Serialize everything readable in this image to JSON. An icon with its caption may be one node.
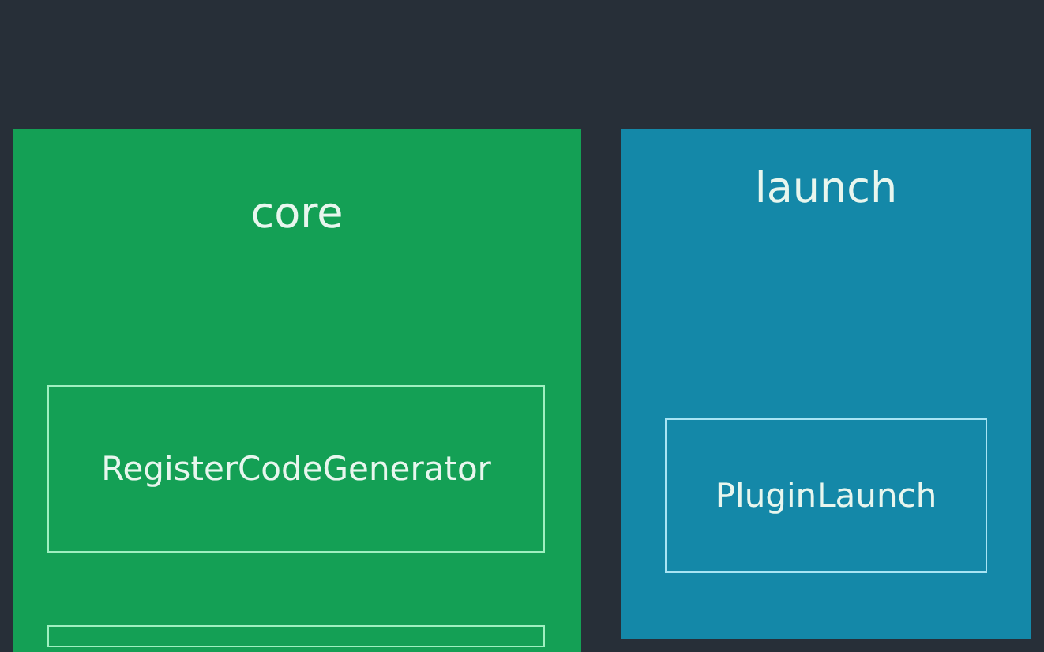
{
  "diagram": {
    "nodes": [
      {
        "text": [
          "core"
        ]
      },
      {
        "text": [
          "RegisterCodeGenerator"
        ],
        "in": 0
      },
      {
        "text": [],
        "shape": "box",
        "in": 0
      },
      {
        "text": [
          "launch"
        ]
      },
      {
        "text": [
          "PluginLaunch"
        ],
        "in": 3
      }
    ]
  }
}
